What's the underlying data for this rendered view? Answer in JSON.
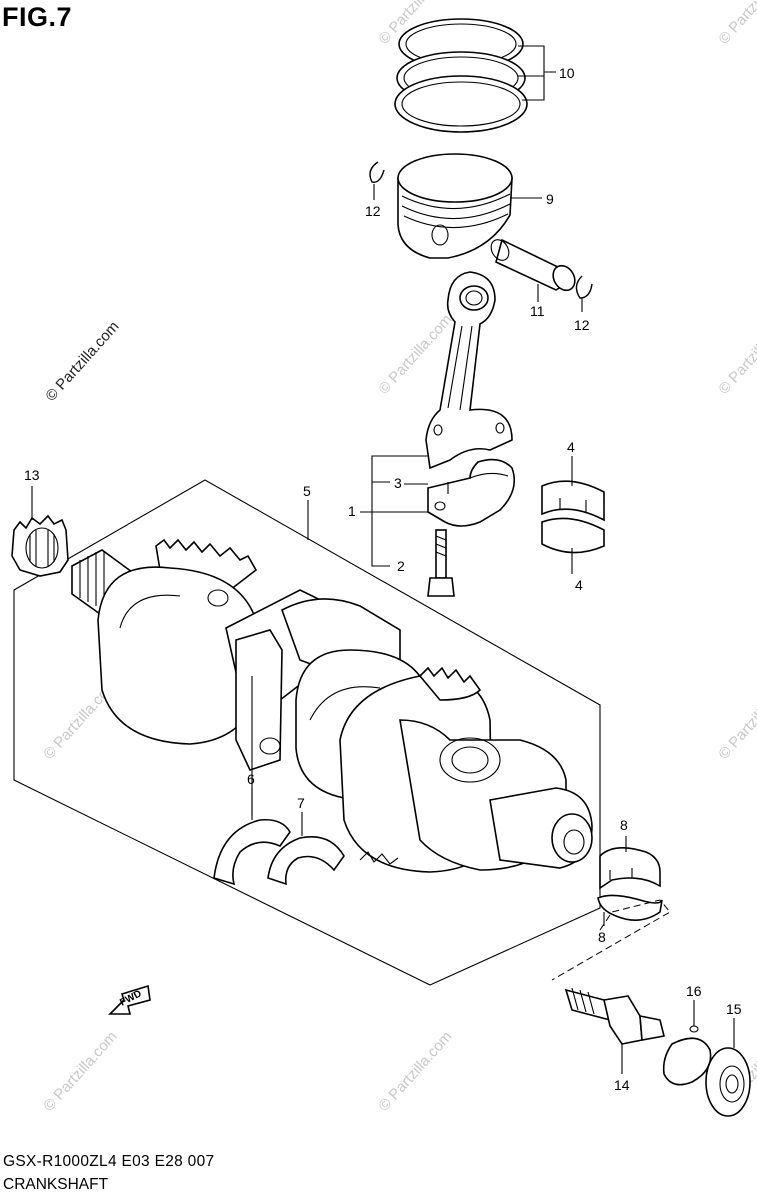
{
  "figure": {
    "title": "FIG.7",
    "model_line": "GSX-R1000ZL4  E03  E28  007",
    "part_group": "CRANKSHAFT"
  },
  "watermark": {
    "text": "© Partzilla.com"
  },
  "fwd_arrow": {
    "label": "FWD"
  },
  "callouts": {
    "c1": "1",
    "c2": "2",
    "c3": "3",
    "c4a": "4",
    "c4b": "4",
    "c5": "5",
    "c6": "6",
    "c7": "7",
    "c8a": "8",
    "c8b": "8",
    "c9": "9",
    "c10": "10",
    "c11": "11",
    "c12a": "12",
    "c12b": "12",
    "c13": "13",
    "c14": "14",
    "c15": "15",
    "c16": "16"
  }
}
